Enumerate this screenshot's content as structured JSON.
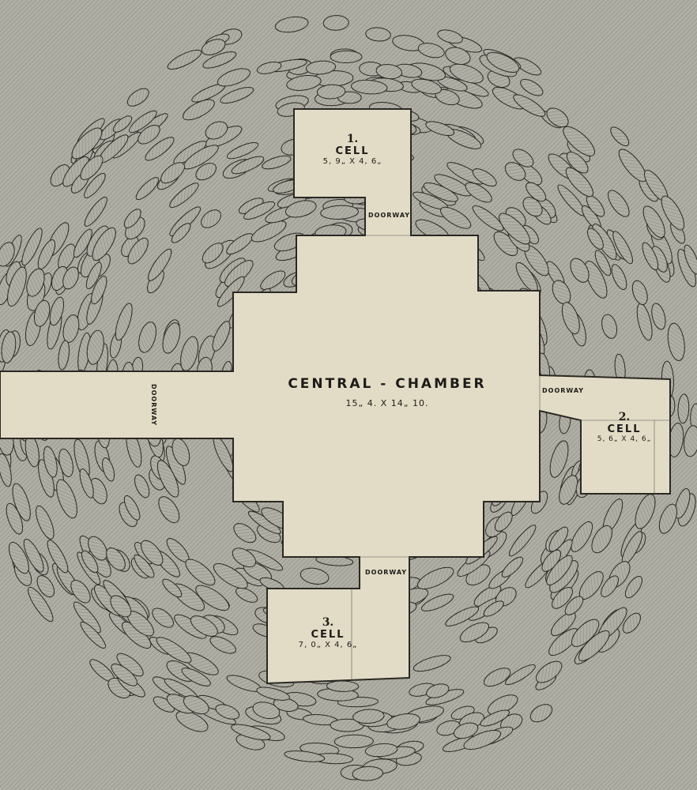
{
  "central": {
    "title": "CENTRAL - CHAMBER",
    "dims": "15„ 4.   X   14„ 10."
  },
  "cells": [
    {
      "number": "1.",
      "label": "CELL",
      "dims": "5, 9„ X 4, 6„"
    },
    {
      "number": "2.",
      "label": "CELL",
      "dims": "5, 6„ X 4, 6„"
    },
    {
      "number": "3.",
      "label": "CELL",
      "dims": "7, 0„ X 4, 6„"
    }
  ],
  "doorway_label": "DOORWAY",
  "colors": {
    "floor": "#e2dcc6",
    "hatch": "#a9a89e",
    "stone": "#b7b5aa",
    "ink": "#2a2824"
  }
}
